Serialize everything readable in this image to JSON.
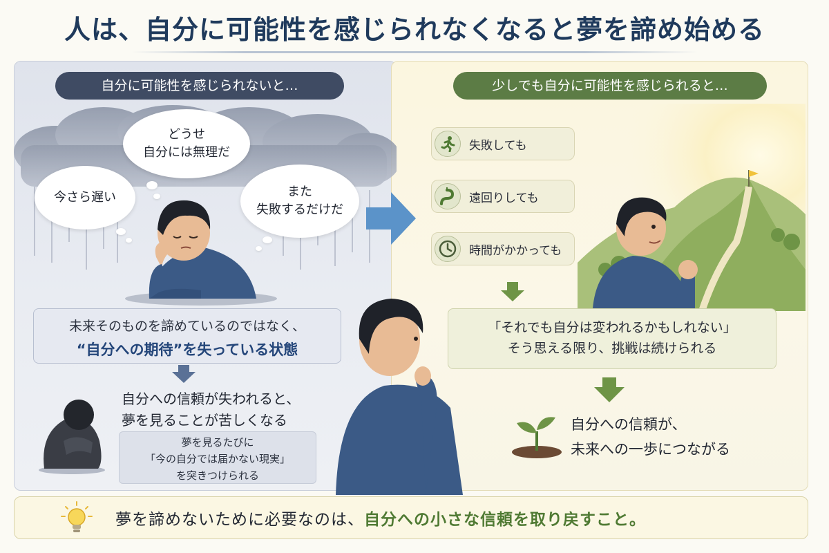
{
  "title": "人は、自分に可能性を感じられなくなると夢を諦め始める",
  "left": {
    "header": "自分に可能性を感じられないと…",
    "thoughts": [
      {
        "text": "どうせ\n自分には無理だ"
      },
      {
        "text": "今さら遅い"
      },
      {
        "text": "また\n失敗するだけだ"
      }
    ],
    "state_line1": "未来そのものを諦めているのではなく、",
    "state_line2": "“自分への期待”を失っている状態",
    "result_line1": "自分への信頼が失われると、",
    "result_line2": "夢を見ることが苦しくなる",
    "quote_line1": "夢を見るたびに",
    "quote_line2": "「今の自分では届かない現実」",
    "quote_line3": "を突きつけられる"
  },
  "right": {
    "header": "少しでも自分に可能性を感じられると…",
    "items": [
      {
        "label": "失敗しても",
        "icon": "running-person-icon"
      },
      {
        "label": "遠回りしても",
        "icon": "winding-road-icon"
      },
      {
        "label": "時間がかかっても",
        "icon": "clock-icon"
      }
    ],
    "belief_line1": "「それでも自分は変われるかもしれない」",
    "belief_line2": "そう思える限り、挑戦は続けられる",
    "result_line1": "自分への信頼が、",
    "result_line2": "未来への一歩につながる"
  },
  "footer": {
    "message_plain": "夢を諦めないために必要なのは、",
    "message_highlight": "自分への小さな信頼を取り戻すこと。"
  },
  "colors": {
    "title": "#1f3a5c",
    "left_pill": "#3f4b63",
    "right_pill": "#5c7c45",
    "highlight_green": "#4f7a33",
    "accent_blue": "#5b93c9"
  }
}
